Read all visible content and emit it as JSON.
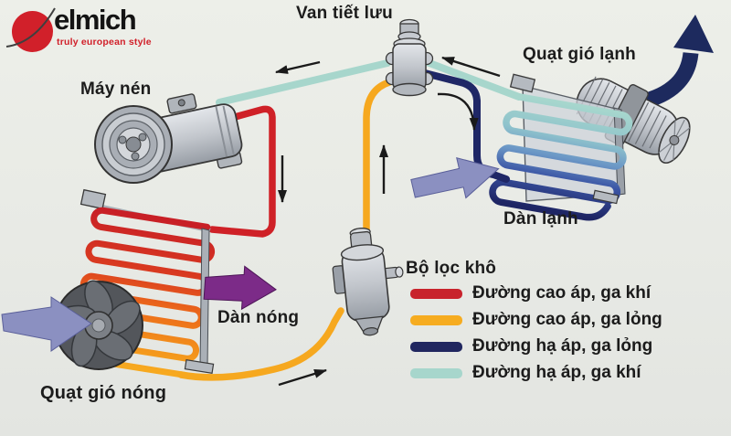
{
  "logo": {
    "brand": "elmich",
    "tagline": "truly european style",
    "brand_color": "#d1202a"
  },
  "labels": {
    "expansion_valve": "Van tiết lưu",
    "cold_fan": "Quạt gió lạnh",
    "compressor": "Máy nén",
    "evaporator": "Dàn lạnh",
    "condenser": "Dàn nóng",
    "dryer_filter": "Bộ lọc khô",
    "hot_fan": "Quạt gió nóng"
  },
  "legend": {
    "items": [
      {
        "label": "Đường cao áp, ga khí",
        "color": "#c8232c"
      },
      {
        "label": "Đường cao áp, ga lỏng",
        "color": "#f6ac20"
      },
      {
        "label": "Đường hạ áp, ga lỏng",
        "color": "#20265f"
      },
      {
        "label": "Đường hạ áp, ga khí",
        "color": "#a7d6cc"
      }
    ]
  },
  "colors": {
    "background": "#e9ebe6",
    "high_pressure_gas_line": "#cf2127",
    "high_pressure_liquid_line": "#f6a81f",
    "low_pressure_liquid_line": "#1f2766",
    "low_pressure_gas_line": "#a7d6cc",
    "airflow_arrow": "#8b90c1",
    "hot_air_arrow": "#7c2b88",
    "cold_air_arrow": "#1d2a5e",
    "flow_arrow": "#1a1a1a"
  }
}
